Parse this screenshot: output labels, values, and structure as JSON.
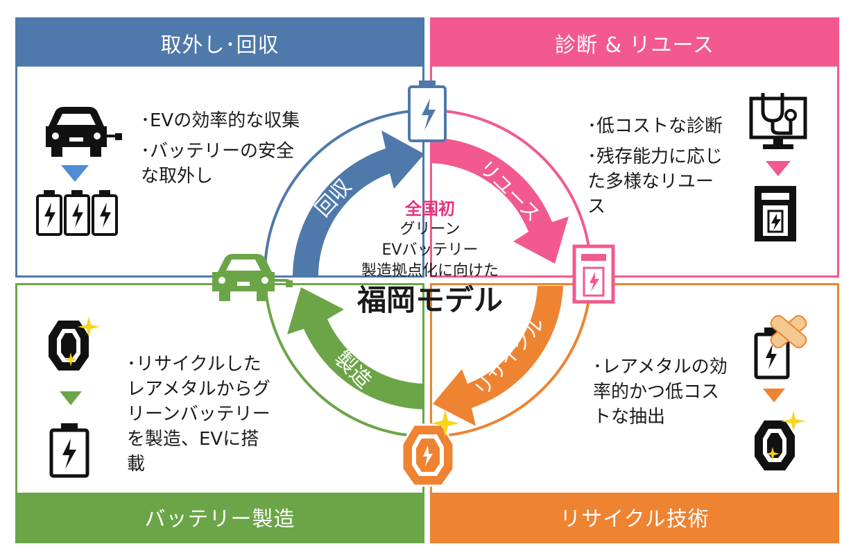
{
  "quadrants": {
    "removal": {
      "title": "取外し･回収",
      "bullets": [
        "･EVの効率的な収集",
        "･バッテリーの安全な取外し"
      ]
    },
    "reuse": {
      "title": "診断 & リユース",
      "bullets": [
        "･低コストな診断",
        "･残存能力に応じた多様なリユース"
      ]
    },
    "manufacturing": {
      "title": "バッテリー製造",
      "bullets": [
        "･リサイクルしたレアメタルからグリーンバッテリーを製造、EVに搭載"
      ]
    },
    "recycling": {
      "title": "リサイクル技術",
      "bullets": [
        "･レアメタルの効率的かつ低コストな抽出"
      ]
    }
  },
  "cycle": {
    "arrow_collect": "回収",
    "arrow_reuse": "リユース",
    "arrow_recycle": "リサイクル",
    "arrow_manufacture": "製造"
  },
  "center": {
    "first": "全国初",
    "line1": "グリーン",
    "line2": "EVバッテリー",
    "line3": "製造拠点化に向けた",
    "model": "福岡モデル"
  },
  "colors": {
    "blue": "#4e79aa",
    "pink": "#f2598f",
    "green": "#6ba547",
    "orange": "#ee8332",
    "accent_text": "#e8307a",
    "sparkle": "#f7d51d"
  },
  "icons": [
    "car-icon",
    "battery-icon",
    "stethoscope-monitor-icon",
    "charging-station-icon",
    "gem-icon",
    "bandaged-battery-icon",
    "sparkle-icon",
    "down-triangle-icon"
  ]
}
